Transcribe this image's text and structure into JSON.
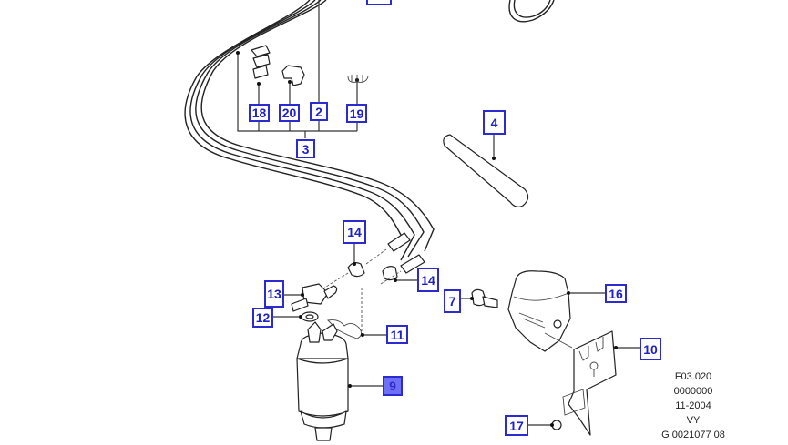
{
  "diagram": {
    "title": "Fuel filter and fuel lines exploded parts diagram",
    "callout_color": "#2b2bd0",
    "selected_fill": "#6f6ff5",
    "callouts": [
      {
        "id": "2",
        "label": "2",
        "part": "fuel-line"
      },
      {
        "id": "3",
        "label": "3",
        "part": "fuel-line-kit"
      },
      {
        "id": "4",
        "label": "4",
        "part": "protective-sleeve"
      },
      {
        "id": "7",
        "label": "7",
        "part": "bolt"
      },
      {
        "id": "9",
        "label": "9",
        "part": "fuel-filter",
        "selected": true
      },
      {
        "id": "10",
        "label": "10",
        "part": "bracket"
      },
      {
        "id": "11",
        "label": "11",
        "part": "clip"
      },
      {
        "id": "12",
        "label": "12",
        "part": "seal-washer"
      },
      {
        "id": "13",
        "label": "13",
        "part": "connector"
      },
      {
        "id": "14a",
        "label": "14",
        "part": "hose-clamp"
      },
      {
        "id": "14b",
        "label": "14",
        "part": "hose-clamp"
      },
      {
        "id": "16",
        "label": "16",
        "part": "filter-holder"
      },
      {
        "id": "17",
        "label": "17",
        "part": "nut"
      },
      {
        "id": "18",
        "label": "18",
        "part": "pipe-clip"
      },
      {
        "id": "19",
        "label": "19",
        "part": "pipe-holder"
      },
      {
        "id": "20",
        "label": "20",
        "part": "pipe-clip"
      },
      {
        "id": "top",
        "label": "",
        "part": "cut-off-callout"
      }
    ]
  },
  "stamp": {
    "lines": [
      "F03.020",
      "0000000",
      "11-2004",
      "VY",
      "G 0021077 08"
    ]
  }
}
